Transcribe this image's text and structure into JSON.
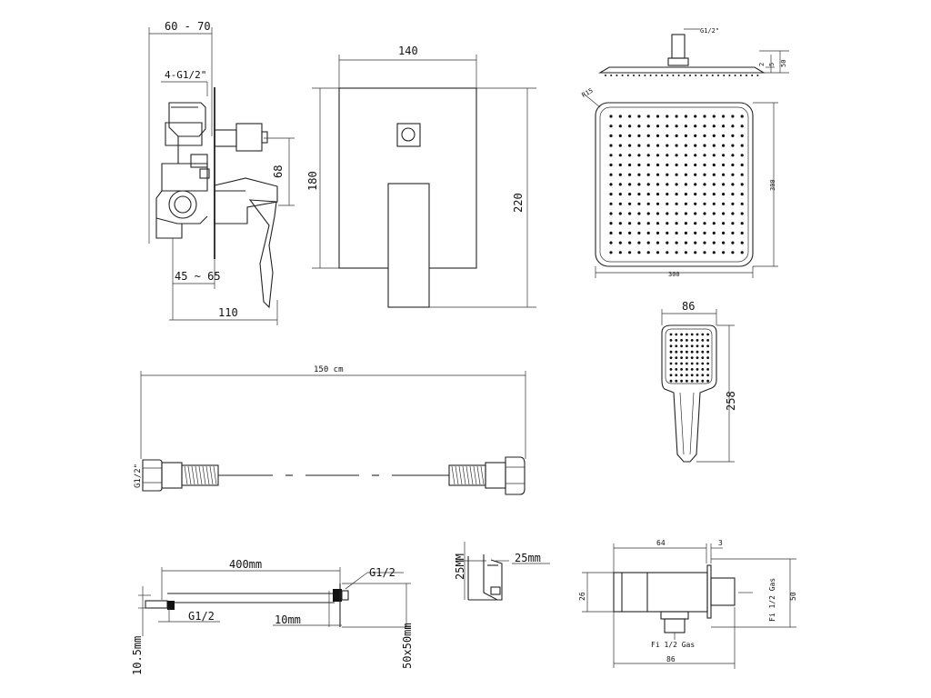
{
  "mixer_side": {
    "depth": "60 - 70",
    "inlets": "4-G1/2\"",
    "spout_spacing": "68",
    "wall_range": "45 ~ 65",
    "length": "110"
  },
  "mixer_front": {
    "plate_width": "140",
    "plate_height": "180",
    "total_height": "220"
  },
  "rain_head_side": {
    "thread": "G1/2\"",
    "d1": "2",
    "d2": "5",
    "d3": "50"
  },
  "rain_head_top": {
    "corner_radius": "R15",
    "width": "300",
    "depth": "300"
  },
  "hand_shower": {
    "width": "86",
    "length": "258"
  },
  "hose": {
    "length": "150 cm",
    "thread": "G1/2\""
  },
  "shower_arm": {
    "length": "400mm",
    "thread_right": "G1/2",
    "thread_left": "G1/2",
    "wall_thickness": "10mm",
    "rose_thickness": "10.5mm",
    "rose_size": "50x50mm"
  },
  "hook": {
    "height": "25MM",
    "length": "25mm"
  },
  "wall_elbow": {
    "length": "64",
    "gap": "3",
    "body_size": "26",
    "rose_size": "50",
    "bottom_thread": "Fi 1/2 Gas",
    "side_thread": "Fi 1/2 Gas",
    "total_length": "86"
  }
}
